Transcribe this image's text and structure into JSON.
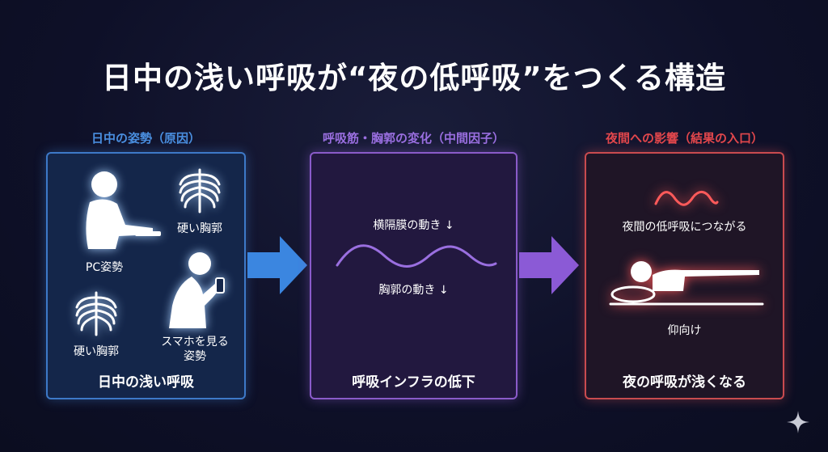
{
  "title": "日中の浅い呼吸が“夜の低呼吸”をつくる構造",
  "panels": [
    {
      "caption": "日中の姿勢（原因）",
      "caption_color": "#4a8fe0",
      "labels": {
        "pc_posture": "PC姿勢",
        "hard_chest_top": "硬い胸郭",
        "hard_chest_bottom": "硬い胸郭",
        "phone_posture": "スマホを見る\n姿勢"
      },
      "bottom": "日中の浅い呼吸"
    },
    {
      "caption": "呼吸筋・胸郭の変化（中間因子）",
      "caption_color": "#9a6fe0",
      "labels": {
        "diaphragm": "横隔膜の動き ↓",
        "chest": "胸郭の動き ↓"
      },
      "bottom": "呼吸インフラの低下"
    },
    {
      "caption": "夜間への影響（結果の入口）",
      "caption_color": "#e2474c",
      "labels": {
        "night_hypopnea": "夜間の低呼吸につながる",
        "supine": "仰向け"
      },
      "bottom": "夜の呼吸が浅くなる"
    }
  ],
  "colors": {
    "arrow1": "#3b86e0",
    "arrow2": "#8b5ad6"
  }
}
